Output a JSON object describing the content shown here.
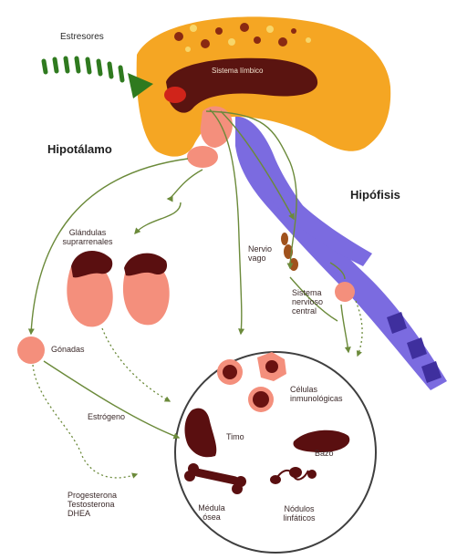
{
  "labels": {
    "estresores": "Estresores",
    "sistema_limbico": "Sistema límbico",
    "hipotalamo": "Hipotálamo",
    "hipofisis": "Hipófisis",
    "glandulas_suprarrenales": "Glándulas\nsuprarrenales",
    "nervio_vago": "Nervio\nvago",
    "sistema_nervioso_central": "Sistema\nnervioso\ncentral",
    "gonadas": "Gónadas",
    "estrogeno": "Estrógeno",
    "hormonas_gonadales": "Progesterona\nTestosterona\nDHEA",
    "celulas_inmunologicas": "Células\ninmunológicas",
    "timo": "Timo",
    "bazo": "Bazo",
    "medula_osea": "Médula\nósea",
    "nodulos_linfaticos": "Nódulos\nlinfáticos"
  },
  "colors": {
    "brain": "#f5a623",
    "limbic": "#5a1410",
    "hypothalamus": "#f48f7c",
    "pituitary": "#7b6be0",
    "pituitary_dark": "#3f2f9e",
    "organs_dark": "#5a0f10",
    "arrow": "#6b8a3a",
    "stress_green": "#2f7a1f",
    "circle_border": "#3f3f3f"
  }
}
